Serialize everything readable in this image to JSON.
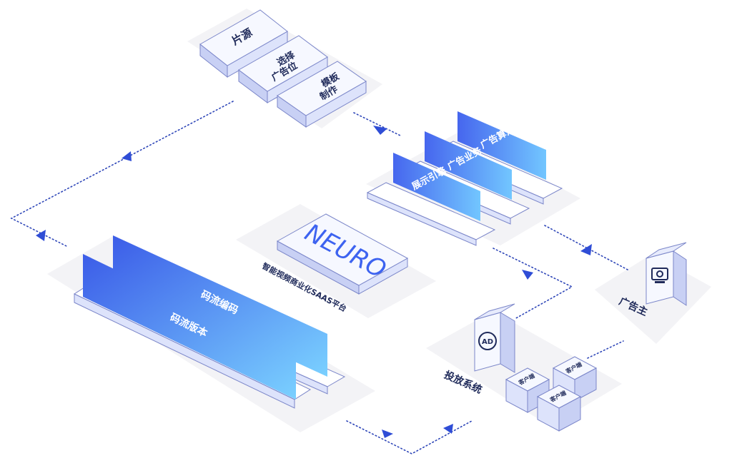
{
  "diagram": {
    "source": {
      "film_source": "片源",
      "select_ad_slot_line1": "选择",
      "select_ad_slot_line2": "广告位",
      "template_making_line1": "模板",
      "template_making_line2": "制作"
    },
    "engine": {
      "ad_algorithm": "广告算法",
      "ad_business": "广告业务",
      "display_engine": "展示引擎"
    },
    "neuro": {
      "logo": "NEURO",
      "caption": "智能视频商业化SAAS平台"
    },
    "stream": {
      "encode": "码流编码",
      "version": "码流版本"
    },
    "delivery": {
      "ad_badge": "AD",
      "label": "投放系统",
      "client_1": "客户端",
      "client_2": "客户端",
      "client_3": "客户端"
    },
    "advertiser": {
      "label": "广告主"
    },
    "colors": {
      "accent": "#3d63f0",
      "box_face": "#f6f8ff",
      "box_side": "#c8d0f4",
      "stroke": "#7b86c9",
      "platform": "#f3f3f6"
    }
  }
}
